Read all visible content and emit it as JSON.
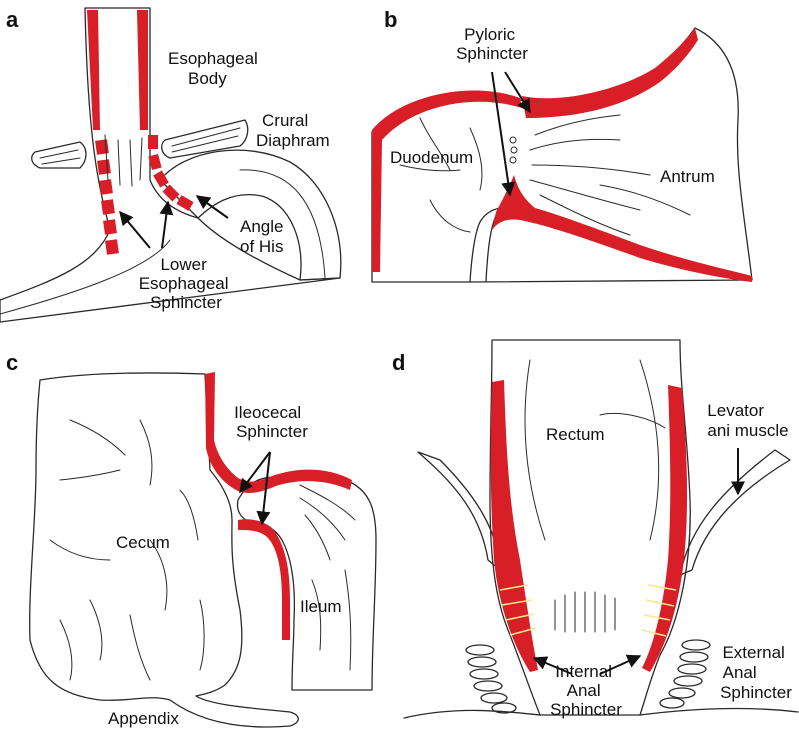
{
  "colors": {
    "tissue": "#f7e68a",
    "muscle": "#d81e26",
    "outline": "#2a2a2a",
    "text": "#111111"
  },
  "panels": {
    "a": {
      "letter": "a",
      "labels": {
        "esophageal_body": [
          "Esophageal",
          "Body"
        ],
        "crural_diaphram": [
          "Crural",
          "Diaphram"
        ],
        "angle_of_his": [
          "Angle",
          "of His"
        ],
        "lower_esophageal_sphincter": [
          "Lower",
          "Esophageal",
          "Sphincter"
        ]
      }
    },
    "b": {
      "letter": "b",
      "labels": {
        "pyloric_sphincter": [
          "Pyloric",
          "Sphincter"
        ],
        "duodenum": "Duodenum",
        "antrum": "Antrum"
      }
    },
    "c": {
      "letter": "c",
      "labels": {
        "ileocecal_sphincter": [
          "Ileocecal",
          "Sphincter"
        ],
        "cecum": "Cecum",
        "ileum": "Ileum",
        "appendix": "Appendix"
      }
    },
    "d": {
      "letter": "d",
      "labels": {
        "rectum": "Rectum",
        "levator_ani_muscle": [
          "Levator",
          "ani muscle"
        ],
        "internal_anal_sphincter": [
          "Internal",
          "Anal",
          "Sphincter"
        ],
        "external_anal_sphincter": [
          "External",
          "Anal",
          "Sphincter"
        ]
      }
    }
  }
}
